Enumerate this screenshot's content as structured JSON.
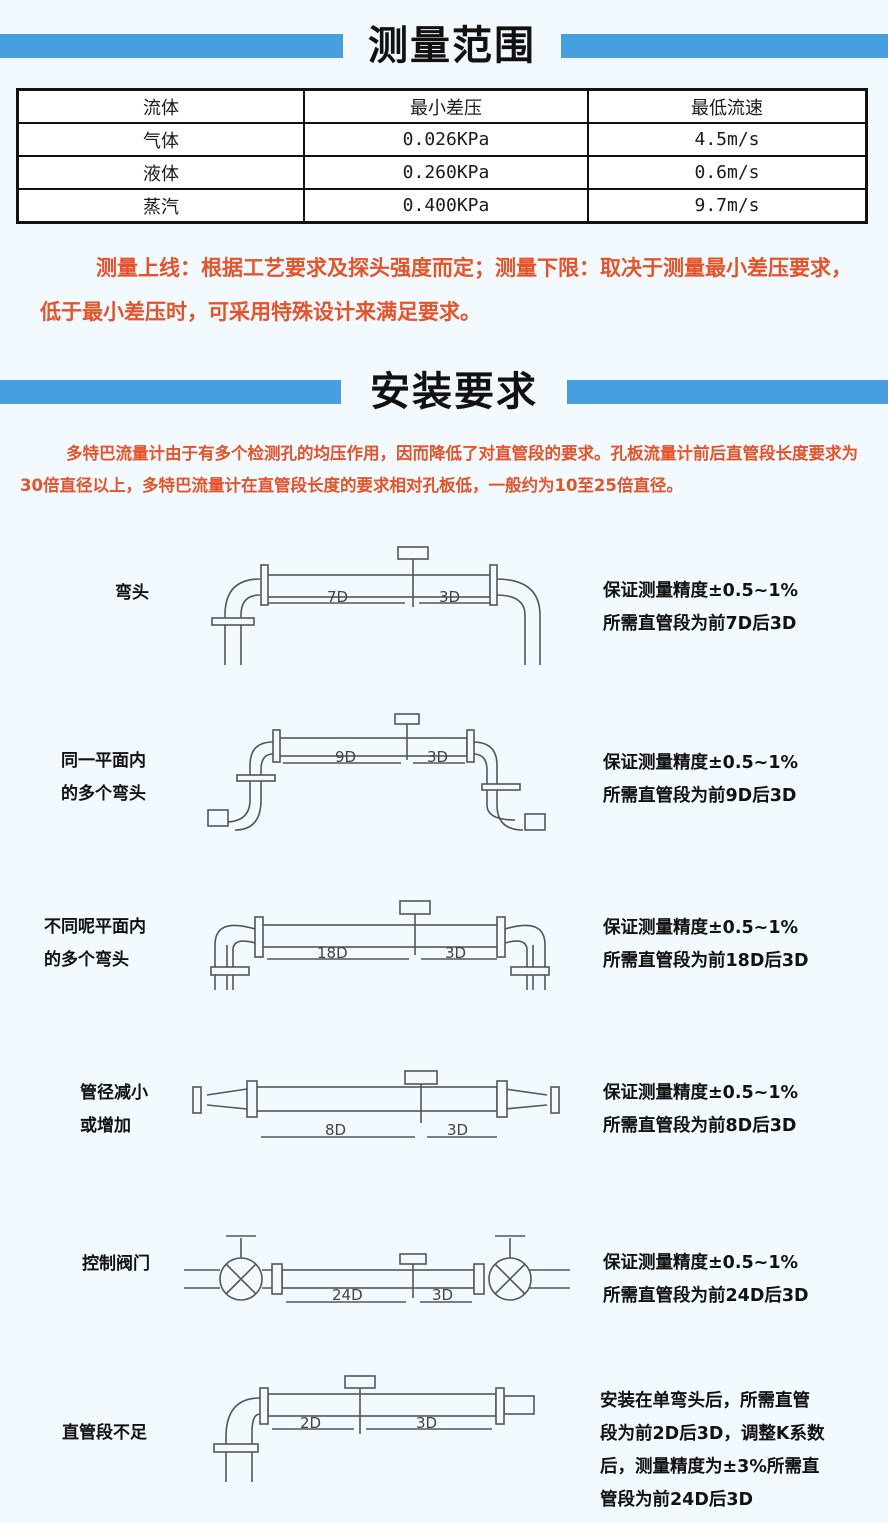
{
  "section1": {
    "title": "测量范围",
    "table": {
      "headers": [
        "流体",
        "最小差压",
        "最低流速"
      ],
      "rows": [
        [
          "气体",
          "0.026KPa",
          "4.5m/s"
        ],
        [
          "液体",
          "0.260KPa",
          "0.6m/s"
        ],
        [
          "蒸汽",
          "0.400KPa",
          "9.7m/s"
        ]
      ]
    },
    "note": "测量上线：根据工艺要求及探头强度而定；测量下限：取决于测量最小差压要求，低于最小差压时，可采用特殊设计来满足要求。"
  },
  "section2": {
    "title": "安装要求",
    "intro": "多特巴流量计由于有多个检测孔的均压作用，因而降低了对直管段的要求。孔板流量计前后直管段长度要求为30倍直径以上，多特巴流量计在直管段长度的要求相对孔板低，一般约为10至25倍直径。",
    "items": [
      {
        "label_l1": "弯头",
        "label_l2": "",
        "upstream": "7D",
        "downstream": "3D",
        "desc_l1": "保证测量精度±0.5~1%",
        "desc_l2": "所需直管段为前7D后3D"
      },
      {
        "label_l1": "同一平面内",
        "label_l2": "的多个弯头",
        "upstream": "9D",
        "downstream": "3D",
        "desc_l1": "保证测量精度±0.5~1%",
        "desc_l2": "所需直管段为前9D后3D"
      },
      {
        "label_l1": "不同呢平面内",
        "label_l2": "的多个弯头",
        "upstream": "18D",
        "downstream": "3D",
        "desc_l1": "保证测量精度±0.5~1%",
        "desc_l2": "所需直管段为前18D后3D"
      },
      {
        "label_l1": "管径减小",
        "label_l2": "或增加",
        "upstream": "8D",
        "downstream": "3D",
        "desc_l1": "保证测量精度±0.5~1%",
        "desc_l2": "所需直管段为前8D后3D"
      },
      {
        "label_l1": "控制阀门",
        "label_l2": "",
        "upstream": "24D",
        "downstream": "3D",
        "desc_l1": "保证测量精度±0.5~1%",
        "desc_l2": "所需直管段为前24D后3D"
      },
      {
        "label_l1": "直管段不足",
        "label_l2": "",
        "upstream": "2D",
        "downstream": "3D",
        "desc_l1": "安装在单弯头后，所需直管",
        "desc_l2": "段为前2D后3D，调整K系数",
        "desc_l3": "后，测量精度为±3%所需直",
        "desc_l4": "管段为前24D后3D"
      }
    ]
  },
  "colors": {
    "bar": "#479fe0",
    "accent": "#e5532a",
    "background": "#f3faff"
  }
}
